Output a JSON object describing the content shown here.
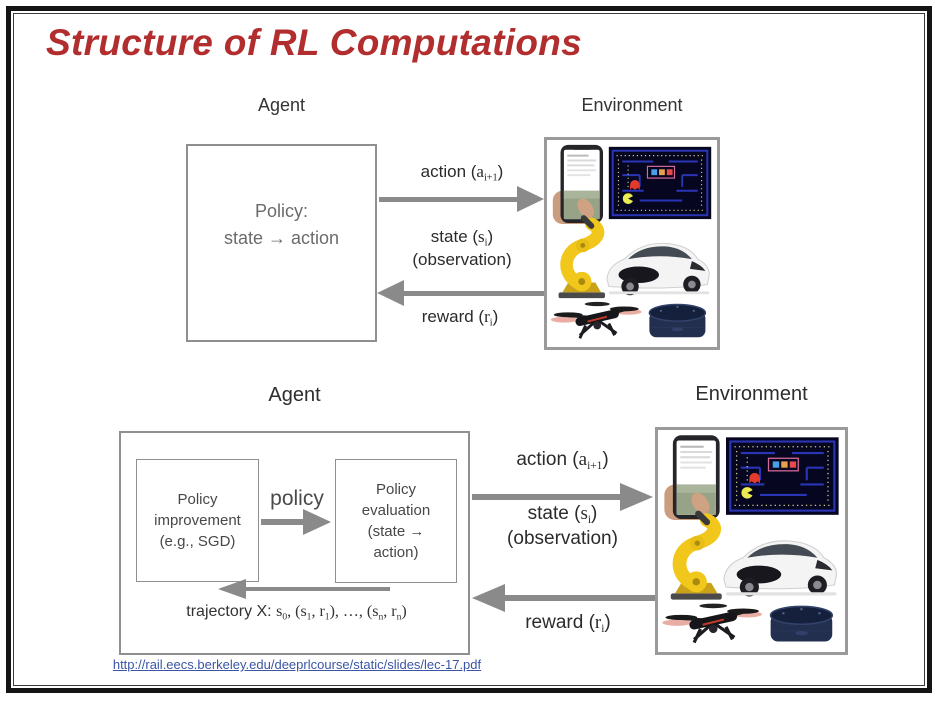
{
  "title": "Structure of RL Computations",
  "labels": {
    "agent": "Agent",
    "environment": "Environment",
    "policy": "policy"
  },
  "top": {
    "policy_box": {
      "line1": "Policy:",
      "line2": "state → action"
    }
  },
  "bottom": {
    "improvement_box": {
      "line1": "Policy",
      "line2": "improvement",
      "line3": "(e.g., SGD)"
    },
    "evaluation_box": {
      "line1": "Policy",
      "line2": "evaluation",
      "line3": "(state →",
      "line4": "action)"
    },
    "trajectory": {
      "prefix": "trajectory X: ",
      "m1": "s",
      "s1": "0",
      "m2": ", (s",
      "s2": "1",
      "m3": ", r",
      "s3": "1",
      "m4": "), …, (s",
      "s4": "n",
      "m5": ", r",
      "s5": "n",
      "m6": ")"
    }
  },
  "arrow_labels": {
    "action": {
      "p1": "action (",
      "m": "a",
      "sub": "i+1",
      "p2": ")"
    },
    "state": {
      "p1": "state (",
      "m": "s",
      "sub": "i",
      "p2": ")",
      "line2": "(observation)"
    },
    "reward": {
      "p1": "reward (",
      "m": "r",
      "sub": "i",
      "p2": ")"
    }
  },
  "link": "http://rail.eecs.berkeley.edu/deeprlcourse/static/slides/lec-17.pdf",
  "environment_images": [
    "smartphone-app-in-hand",
    "pacman-game",
    "industrial-robot-arm",
    "tesla-car",
    "quadcopter-drone",
    "amazon-echo-dot"
  ],
  "colors": {
    "title": "#b22e2e",
    "arrow": "#8a8a8a",
    "box_border": "#8f8f8f",
    "env_border": "#9a9a9a",
    "link": "#3b55a5"
  }
}
